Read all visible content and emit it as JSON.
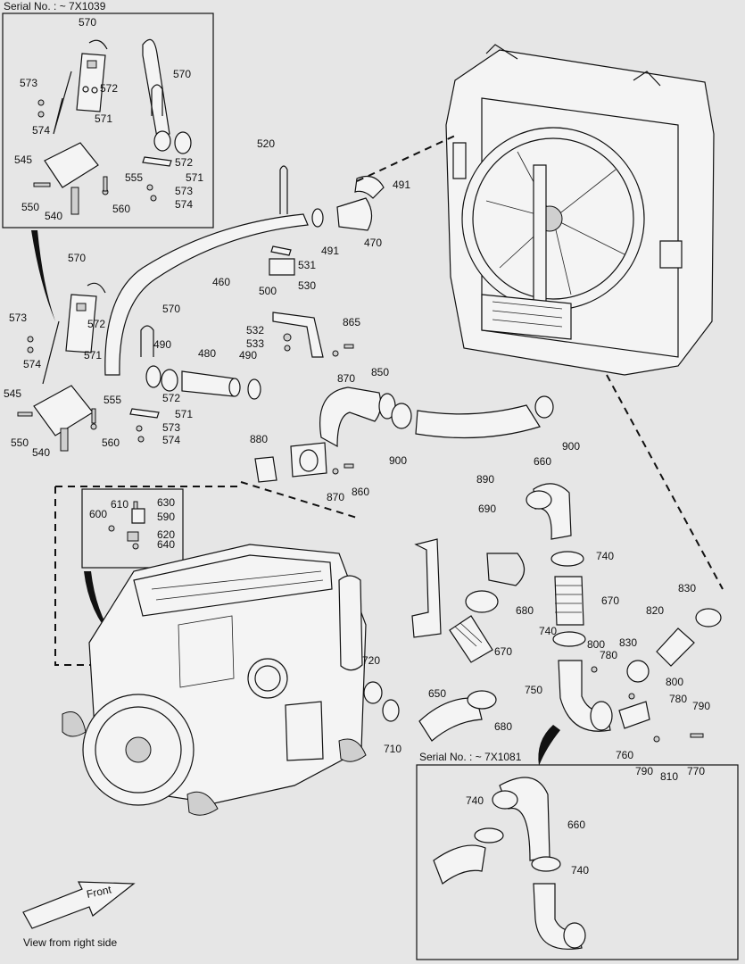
{
  "serial_top": "Serial No. : ~ 7X1039",
  "serial_bottom": "Serial No. : ~ 7X1081",
  "view_caption": "View from right side",
  "front_label": "Front",
  "labels": [
    {
      "id": "570a",
      "text": "570"
    },
    {
      "id": "570b",
      "text": "570"
    },
    {
      "id": "570c",
      "text": "570"
    },
    {
      "id": "570d",
      "text": "570"
    },
    {
      "id": "572a",
      "text": "572"
    },
    {
      "id": "572b",
      "text": "572"
    },
    {
      "id": "572c",
      "text": "572"
    },
    {
      "id": "572d",
      "text": "572"
    },
    {
      "id": "573a",
      "text": "573"
    },
    {
      "id": "573b",
      "text": "573"
    },
    {
      "id": "573c",
      "text": "573"
    },
    {
      "id": "573d",
      "text": "573"
    },
    {
      "id": "574a",
      "text": "574"
    },
    {
      "id": "574b",
      "text": "574"
    },
    {
      "id": "574c",
      "text": "574"
    },
    {
      "id": "574d",
      "text": "574"
    },
    {
      "id": "571a",
      "text": "571"
    },
    {
      "id": "571b",
      "text": "571"
    },
    {
      "id": "571c",
      "text": "571"
    },
    {
      "id": "571d",
      "text": "571"
    },
    {
      "id": "545a",
      "text": "545"
    },
    {
      "id": "545b",
      "text": "545"
    },
    {
      "id": "550a",
      "text": "550"
    },
    {
      "id": "550b",
      "text": "550"
    },
    {
      "id": "540a",
      "text": "540"
    },
    {
      "id": "540b",
      "text": "540"
    },
    {
      "id": "555a",
      "text": "555"
    },
    {
      "id": "555b",
      "text": "555"
    },
    {
      "id": "560a",
      "text": "560"
    },
    {
      "id": "560b",
      "text": "560"
    },
    {
      "id": "520",
      "text": "520"
    },
    {
      "id": "491a",
      "text": "491"
    },
    {
      "id": "491b",
      "text": "491"
    },
    {
      "id": "470",
      "text": "470"
    },
    {
      "id": "460",
      "text": "460"
    },
    {
      "id": "531",
      "text": "531"
    },
    {
      "id": "530",
      "text": "530"
    },
    {
      "id": "500",
      "text": "500"
    },
    {
      "id": "532",
      "text": "532"
    },
    {
      "id": "533",
      "text": "533"
    },
    {
      "id": "865",
      "text": "865"
    },
    {
      "id": "870a",
      "text": "870"
    },
    {
      "id": "870b",
      "text": "870"
    },
    {
      "id": "850",
      "text": "850"
    },
    {
      "id": "490a",
      "text": "490"
    },
    {
      "id": "490b",
      "text": "490"
    },
    {
      "id": "480",
      "text": "480"
    },
    {
      "id": "900a",
      "text": "900"
    },
    {
      "id": "900b",
      "text": "900"
    },
    {
      "id": "890",
      "text": "890"
    },
    {
      "id": "880",
      "text": "880"
    },
    {
      "id": "860",
      "text": "860"
    },
    {
      "id": "600",
      "text": "600"
    },
    {
      "id": "610",
      "text": "610"
    },
    {
      "id": "630",
      "text": "630"
    },
    {
      "id": "590",
      "text": "590"
    },
    {
      "id": "620",
      "text": "620"
    },
    {
      "id": "640",
      "text": "640"
    },
    {
      "id": "660a",
      "text": "660"
    },
    {
      "id": "660b",
      "text": "660"
    },
    {
      "id": "690",
      "text": "690"
    },
    {
      "id": "740a",
      "text": "740"
    },
    {
      "id": "740b",
      "text": "740"
    },
    {
      "id": "740c",
      "text": "740"
    },
    {
      "id": "740d",
      "text": "740"
    },
    {
      "id": "670a",
      "text": "670"
    },
    {
      "id": "670b",
      "text": "670"
    },
    {
      "id": "680a",
      "text": "680"
    },
    {
      "id": "680b",
      "text": "680"
    },
    {
      "id": "830a",
      "text": "830"
    },
    {
      "id": "830b",
      "text": "830"
    },
    {
      "id": "820",
      "text": "820"
    },
    {
      "id": "800a",
      "text": "800"
    },
    {
      "id": "800b",
      "text": "800"
    },
    {
      "id": "780a",
      "text": "780"
    },
    {
      "id": "780b",
      "text": "780"
    },
    {
      "id": "790a",
      "text": "790"
    },
    {
      "id": "790b",
      "text": "790"
    },
    {
      "id": "750",
      "text": "750"
    },
    {
      "id": "760",
      "text": "760"
    },
    {
      "id": "810",
      "text": "810"
    },
    {
      "id": "770",
      "text": "770"
    },
    {
      "id": "720",
      "text": "720"
    },
    {
      "id": "650",
      "text": "650"
    },
    {
      "id": "710",
      "text": "710"
    }
  ]
}
